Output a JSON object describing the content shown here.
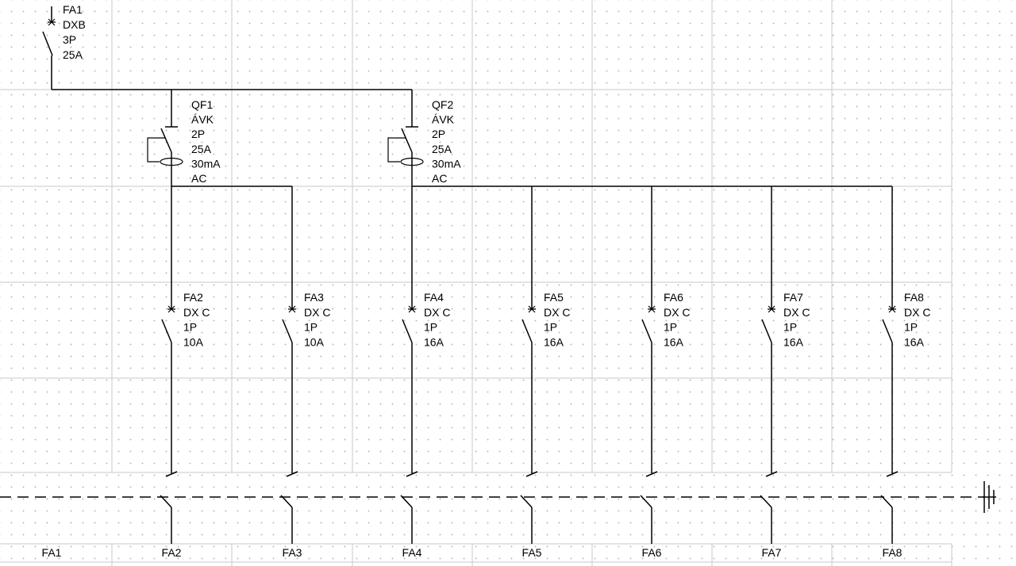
{
  "main_breaker": {
    "lines": [
      "FA1",
      "DXB",
      "3P",
      "25A"
    ]
  },
  "rcds": [
    {
      "lines": [
        "QF1",
        "ÁVK",
        "2P",
        "25A",
        "30mA",
        "AC"
      ]
    },
    {
      "lines": [
        "QF2",
        "ÁVK",
        "2P",
        "25A",
        "30mA",
        "AC"
      ]
    }
  ],
  "breakers": [
    {
      "lines": [
        "FA2",
        "DX C",
        "1P",
        "10A"
      ]
    },
    {
      "lines": [
        "FA3",
        "DX C",
        "1P",
        "10A"
      ]
    },
    {
      "lines": [
        "FA4",
        "DX C",
        "1P",
        "16A"
      ]
    },
    {
      "lines": [
        "FA5",
        "DX C",
        "1P",
        "16A"
      ]
    },
    {
      "lines": [
        "FA6",
        "DX C",
        "1P",
        "16A"
      ]
    },
    {
      "lines": [
        "FA7",
        "DX C",
        "1P",
        "16A"
      ]
    },
    {
      "lines": [
        "FA8",
        "DX C",
        "1P",
        "16A"
      ]
    }
  ],
  "footer_labels": [
    "FA1",
    "FA2",
    "FA3",
    "FA4",
    "FA5",
    "FA6",
    "FA7",
    "FA8"
  ]
}
